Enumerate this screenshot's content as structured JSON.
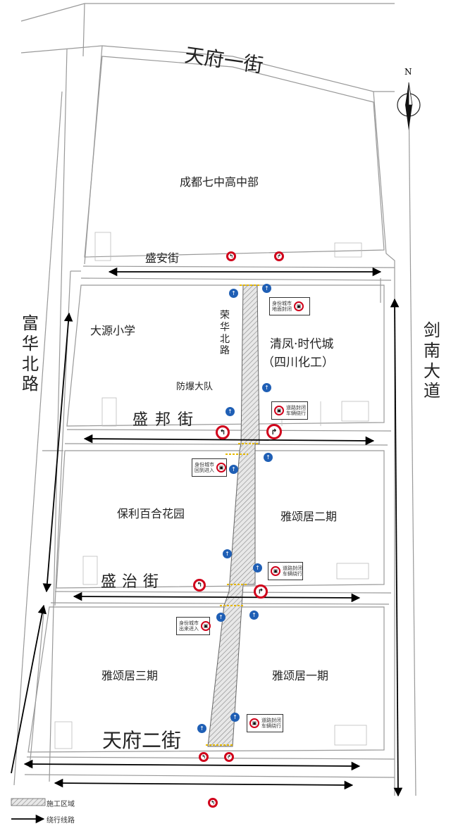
{
  "north_label": "N",
  "streets": {
    "tianfu_yijie": "天府一街",
    "shengan": "盛安街",
    "shengbang": "盛邦街",
    "shengzhi": "盛治街",
    "tianfu_erjie": "天府二街",
    "fuhua_bei": "富华北路",
    "jiannan": "剑南大道",
    "ronghua_bei": "荣华北路"
  },
  "areas": {
    "chengdu7": "成都七中高中部",
    "dayuan": "大源小学",
    "qingfeng": "清凤·时代城",
    "sichuan_huagong": "（四川化工）",
    "fangbao": "防爆大队",
    "baoli": "保利百合花园",
    "yasong2": "雅颂居二期",
    "yasong3": "雅颂居三期",
    "yasong1": "雅颂居一期"
  },
  "notice_boxes": {
    "n1": "身份城市\n地面封闭",
    "n2": "道路封闭\n车辆绕行",
    "n3": "身份城市\n回到进入",
    "n4": "道路封闭\n车辆绕行",
    "n5": "身份城市\n出来进入",
    "n6": "道路封闭\n车辆绕行"
  },
  "legend": {
    "construction": "施工区域",
    "detour": "绕行线路"
  },
  "colors": {
    "road_line": "#888888",
    "red_sign": "#d0021b",
    "blue_sign": "#1f5fb5",
    "arrow": "#000000",
    "hatch": "#999999"
  }
}
